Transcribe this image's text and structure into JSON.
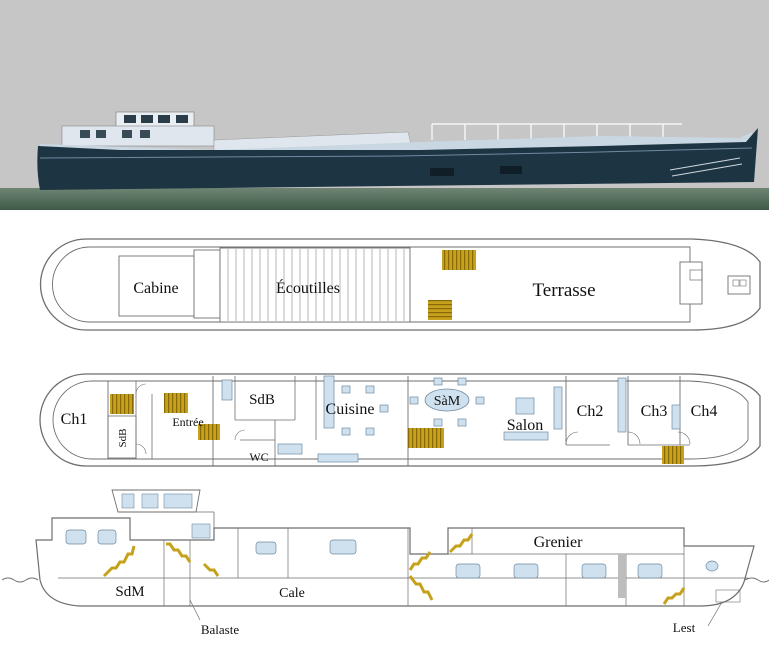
{
  "colors": {
    "sky": "#c6c6c6",
    "water": "#56715c",
    "hull": "#1d3442",
    "cabin": "#dfe6ee",
    "stairs": "#c6a11b",
    "stairs_dark": "#8a6a08",
    "furniture": "#cfe1ef",
    "line": "#6e6e6e"
  },
  "deck_plan": {
    "cabine": "Cabine",
    "ecoutilles": "Écoutilles",
    "terrasse": "Terrasse"
  },
  "main_plan": {
    "ch1": "Ch1",
    "sdb_small": "SdB",
    "entree": "Entrée",
    "sdb": "SdB",
    "wc": "WC",
    "cuisine": "Cuisine",
    "sam": "SàM",
    "salon": "Salon",
    "ch2": "Ch2",
    "ch3": "Ch3",
    "ch4": "Ch4"
  },
  "section_plan": {
    "sdm": "SdM",
    "cale": "Cale",
    "grenier": "Grenier",
    "balaste": "Balaste",
    "lest": "Lest"
  }
}
